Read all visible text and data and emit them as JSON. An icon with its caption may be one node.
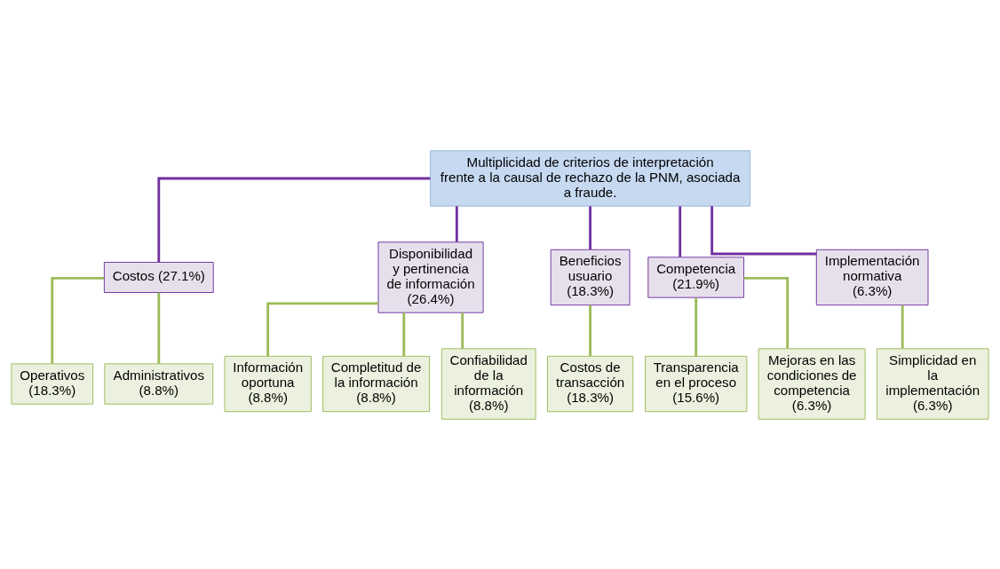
{
  "diagram": {
    "nodes": [
      {
        "text": [
          "Multiplicidad de criterios de interpretación frente a la causal de rechazo de la PNM, asociada a fraude."
        ]
      },
      {
        "text": [
          "Costos (27.1%)"
        ]
      },
      {
        "text": [
          "Disponibilidad y pertinencia de información (26.4%)"
        ]
      },
      {
        "text": [
          "Beneficios usuario (18.3%)"
        ]
      },
      {
        "text": [
          "Competencia (21.9%)"
        ]
      },
      {
        "text": [
          "Implementación normativa (6.3%)"
        ]
      },
      {
        "text": [
          "Operativos (18.3%)"
        ]
      },
      {
        "text": [
          "Administrativos (8.8%)"
        ]
      },
      {
        "text": [
          "Información oportuna (8.8%)"
        ]
      },
      {
        "text": [
          "Completitud de la información (8.8%)"
        ]
      },
      {
        "text": [
          "Confiabilidad de la información (8.8%)"
        ]
      },
      {
        "text": [
          "Costos de transacción (18.3%)"
        ]
      },
      {
        "text": [
          "Transparencia en el proceso (15.6%)"
        ]
      },
      {
        "text": [
          "Mejoras en las condiciones de competencia (6.3%)"
        ]
      },
      {
        "text": [
          "Simplicidad en la implementación (6.3%)"
        ]
      }
    ],
    "edges": [
      {
        "from": 0,
        "to": 1,
        "arrow": "none",
        "color": "#7030a0"
      },
      {
        "from": 0,
        "to": 2,
        "arrow": "none",
        "color": "#7030a0"
      },
      {
        "from": 0,
        "to": 3,
        "arrow": "none",
        "color": "#7030a0"
      },
      {
        "from": 0,
        "to": 4,
        "arrow": "none",
        "color": "#7030a0"
      },
      {
        "from": 0,
        "to": 5,
        "arrow": "none",
        "color": "#7030a0"
      },
      {
        "from": 1,
        "to": 6,
        "arrow": "none"
      },
      {
        "from": 1,
        "to": 7,
        "arrow": "none"
      },
      {
        "from": 2,
        "to": 8,
        "arrow": "none"
      },
      {
        "from": 2,
        "to": 9,
        "arrow": "none"
      },
      {
        "from": 2,
        "to": 10,
        "arrow": "none"
      },
      {
        "from": 3,
        "to": 11,
        "arrow": "none"
      },
      {
        "from": 4,
        "to": 12,
        "arrow": "none"
      },
      {
        "from": 4,
        "to": 13,
        "arrow": "none"
      },
      {
        "from": 5,
        "to": 14,
        "arrow": "none"
      }
    ]
  }
}
